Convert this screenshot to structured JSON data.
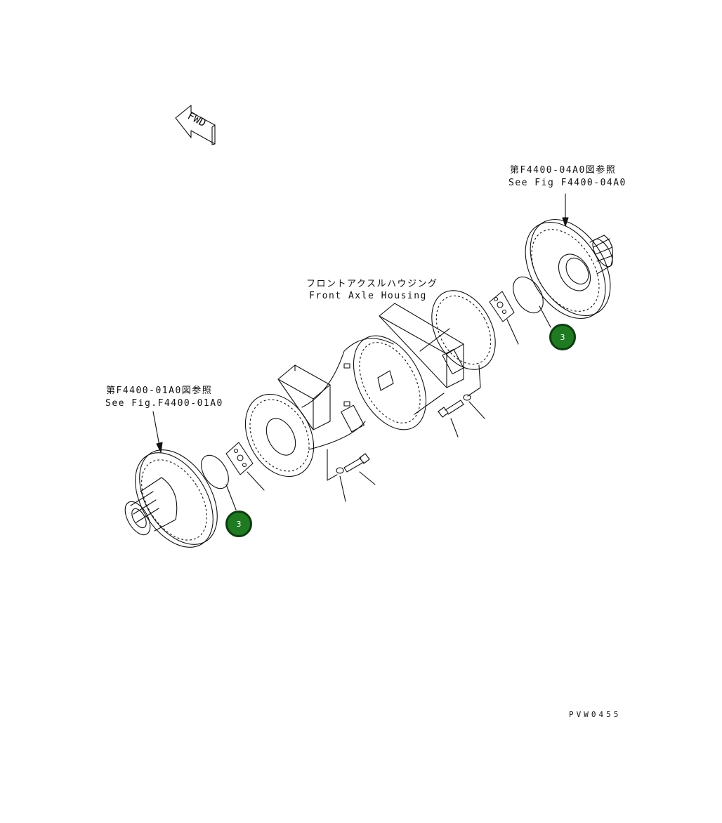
{
  "fwd_marker": {
    "text": "FWD"
  },
  "references": {
    "right_jp": "第F4400-04A0図参照",
    "right_en": "See Fig F4400-04A0",
    "left_jp": "第F4400-01A0図参照",
    "left_en": "See Fig.F4400-01A0"
  },
  "housing": {
    "label_jp": "フロントアクスルハウジング",
    "label_en": "Front Axle Housing"
  },
  "callouts": [
    {
      "number": "3",
      "color": "#1f7a22"
    },
    {
      "number": "3",
      "color": "#1f7a22"
    }
  ],
  "drawing_code": "PVW0455"
}
